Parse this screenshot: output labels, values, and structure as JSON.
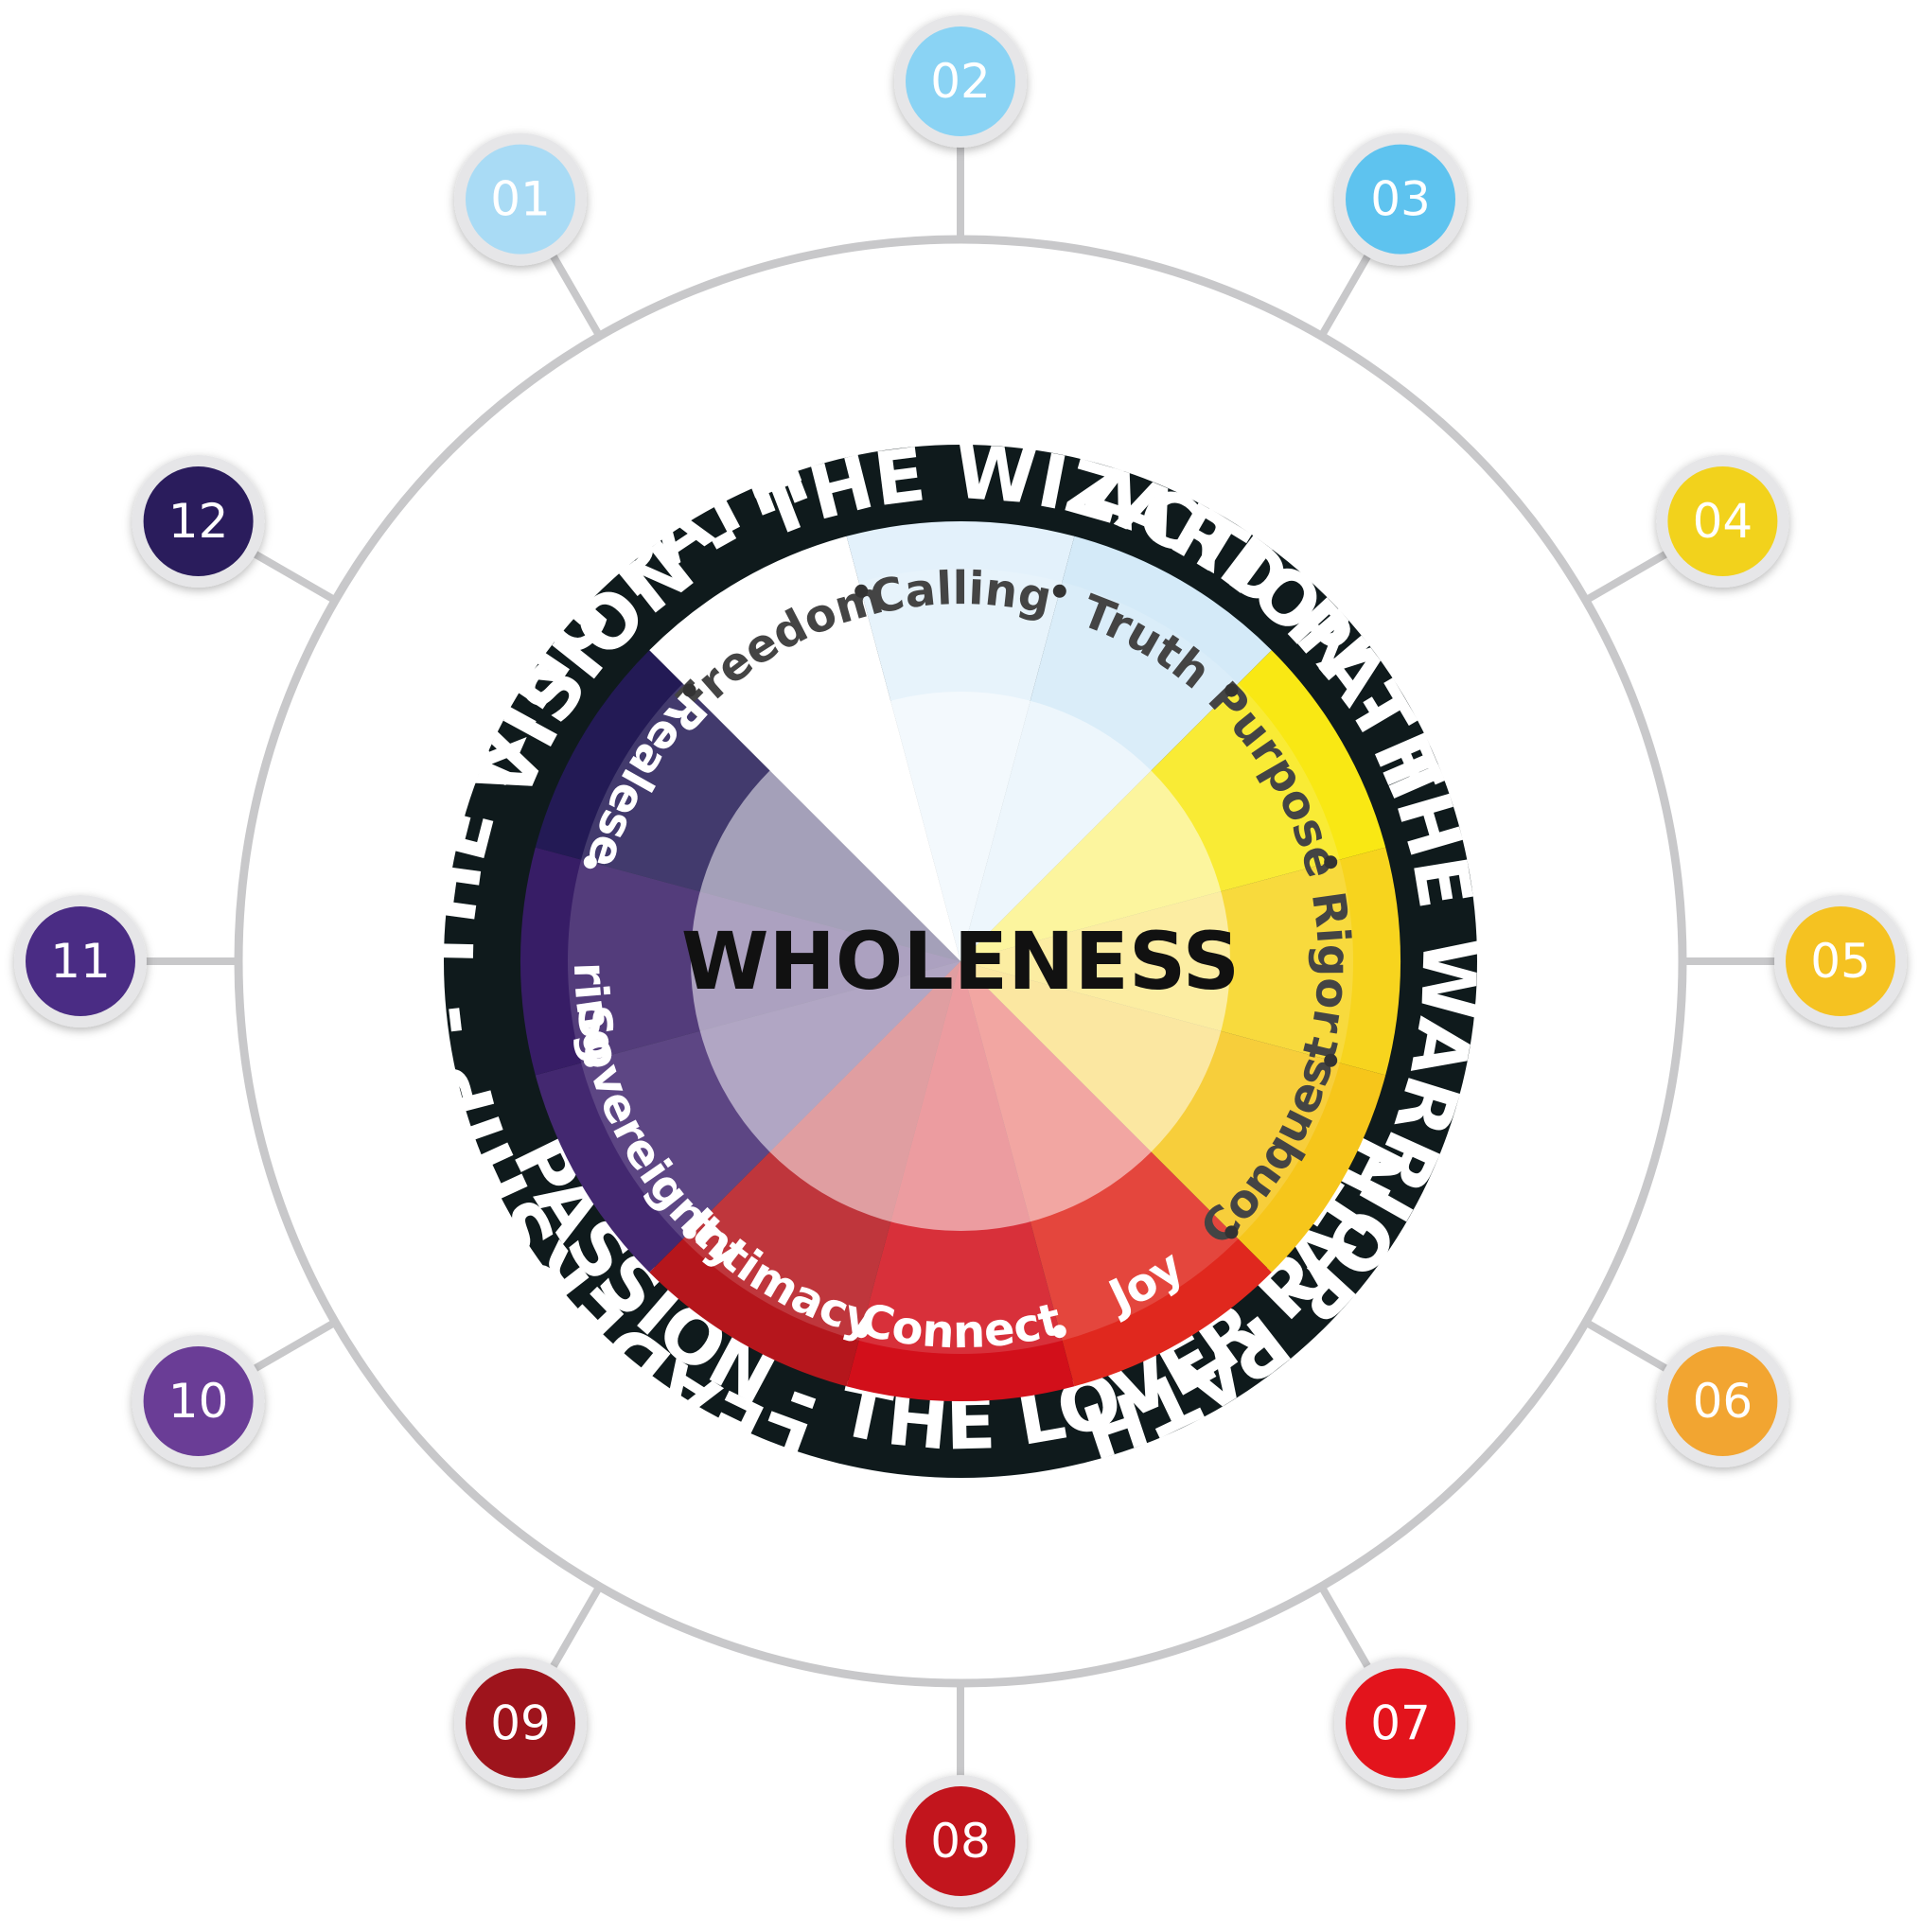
{
  "center": {
    "label": "WHOLENESS"
  },
  "ring_paths": [
    {
      "label": "VISION - THE WIZARD PATH"
    },
    {
      "label": "ACTION - THE WARRIOR PATH"
    },
    {
      "label": "PASSION - THE LOVER PATH"
    },
    {
      "label": "LEADERSHIP - THE KING PATH"
    }
  ],
  "segments": [
    {
      "label": "Freedom",
      "color": "#ffffff",
      "text_color": "#444444"
    },
    {
      "label": "Calling",
      "color": "#e3f1fb",
      "text_color": "#444444"
    },
    {
      "label": "Truth",
      "color": "#d4eaf8",
      "text_color": "#444444"
    },
    {
      "label": "Purpose",
      "color": "#f9e814",
      "text_color": "#444444"
    },
    {
      "label": "Rigor",
      "color": "#f7d41e",
      "text_color": "#444444"
    },
    {
      "label": "Conquest",
      "color": "#f6c61b",
      "text_color": "#444444"
    },
    {
      "label": "Joy",
      "color": "#e0281e",
      "text_color": "#ffffff"
    },
    {
      "label": "Connect",
      "color": "#d20f1a",
      "text_color": "#ffffff"
    },
    {
      "label": "Intimacy",
      "color": "#b5161c",
      "text_color": "#ffffff"
    },
    {
      "label": "Sovereignty",
      "color": "#432870",
      "text_color": "#ffffff"
    },
    {
      "label": "Offering",
      "color": "#371d66",
      "text_color": "#ffffff"
    },
    {
      "label": "Realese",
      "color": "#231a55",
      "text_color": "#ffffff"
    }
  ],
  "nodes": [
    {
      "label": "01",
      "color": "#a9dbf5"
    },
    {
      "label": "02",
      "color": "#8ad3f4"
    },
    {
      "label": "03",
      "color": "#5ec3ef"
    },
    {
      "label": "04",
      "color": "#f2d21c"
    },
    {
      "label": "05",
      "color": "#f5c221"
    },
    {
      "label": "06",
      "color": "#f2a531"
    },
    {
      "label": "07",
      "color": "#e3141c"
    },
    {
      "label": "08",
      "color": "#c2151d"
    },
    {
      "label": "09",
      "color": "#9e141c"
    },
    {
      "label": "10",
      "color": "#6a3d96"
    },
    {
      "label": "11",
      "color": "#4a2c84"
    },
    {
      "label": "12",
      "color": "#2a1c5c"
    }
  ]
}
